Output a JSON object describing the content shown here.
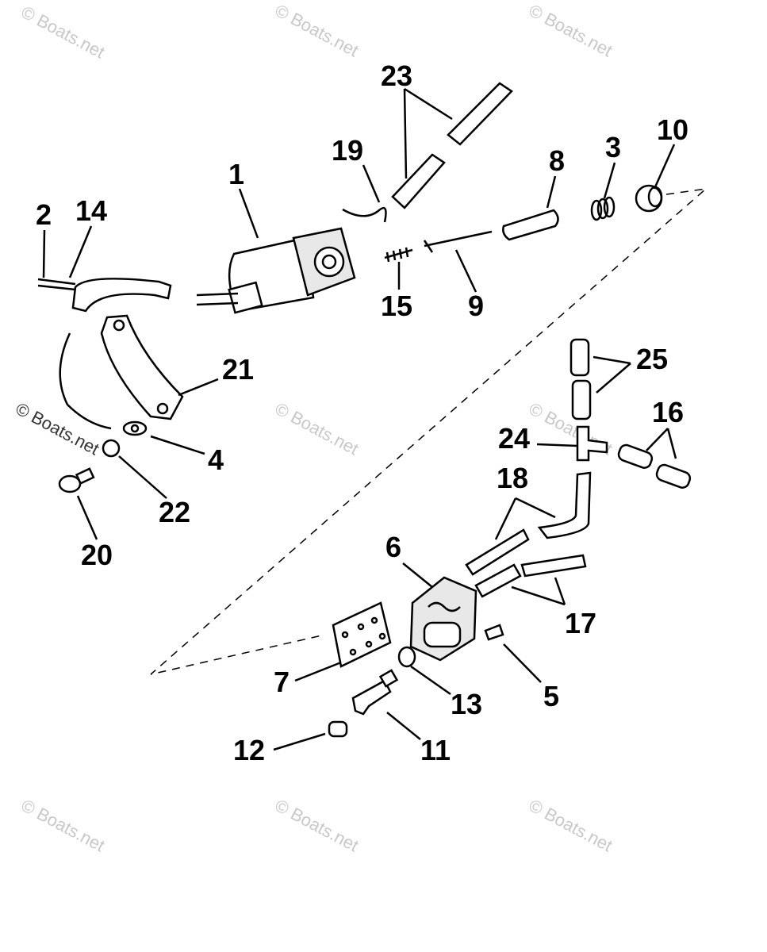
{
  "watermark": "© Boats.net",
  "labels": {
    "l1": "1",
    "l2": "2",
    "l3": "3",
    "l4": "4",
    "l5": "5",
    "l6": "6",
    "l7": "7",
    "l8": "8",
    "l9": "9",
    "l10": "10",
    "l11": "11",
    "l12": "12",
    "l13": "13",
    "l14": "14",
    "l15": "15",
    "l16": "16",
    "l17": "17",
    "l18": "18",
    "l19": "19",
    "l20": "20",
    "l21": "21",
    "l22": "22",
    "l23": "23",
    "l24": "24",
    "l25": "25"
  },
  "colors": {
    "line": "#000000",
    "watermark": "#c8c8c8",
    "background": "#ffffff"
  }
}
